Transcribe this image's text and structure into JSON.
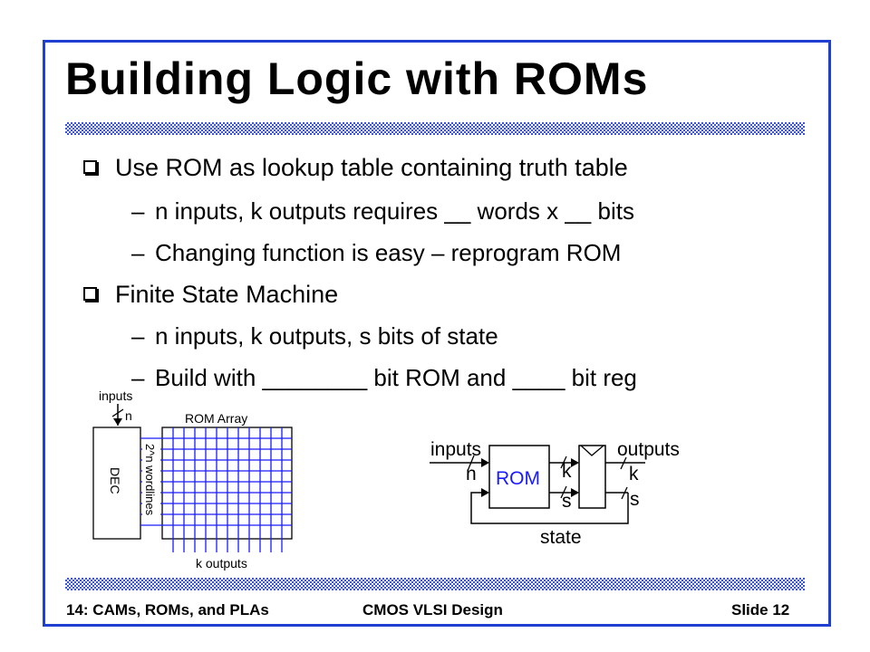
{
  "slide": {
    "title": "Building Logic with ROMs",
    "bullets": [
      {
        "text": "Use ROM as lookup table containing truth table"
      },
      {
        "text": "n inputs, k outputs requires __ words x __ bits"
      },
      {
        "text": "Changing function is easy – reprogram ROM"
      },
      {
        "text": "Finite State Machine"
      },
      {
        "text": "n inputs, k outputs, s bits of state"
      },
      {
        "text": "Build with ________ bit ROM and ____ bit reg"
      }
    ],
    "sub_bullet_marker": "–"
  },
  "rom_diagram": {
    "inputs_label": "inputs",
    "n_label": "n",
    "rom_array_label": "ROM Array",
    "decoder_label": "DEC",
    "wordlines_label": "2^n wordlines",
    "outputs_label": "k outputs"
  },
  "fsm_diagram": {
    "inputs_label": "inputs",
    "n_label": "n",
    "rom_label": "ROM",
    "k_label_1": "k",
    "s_label_1": "s",
    "outputs_label": "outputs",
    "k_label_2": "k",
    "s_label_2": "s",
    "state_label": "state"
  },
  "footer": {
    "left": "14: CAMs, ROMs, and PLAs",
    "center": "CMOS VLSI Design",
    "right": "Slide 12"
  },
  "colors": {
    "border": "#1f3fd0",
    "hatch": "#3b54e0",
    "grid_lines": "#1a1aff"
  }
}
